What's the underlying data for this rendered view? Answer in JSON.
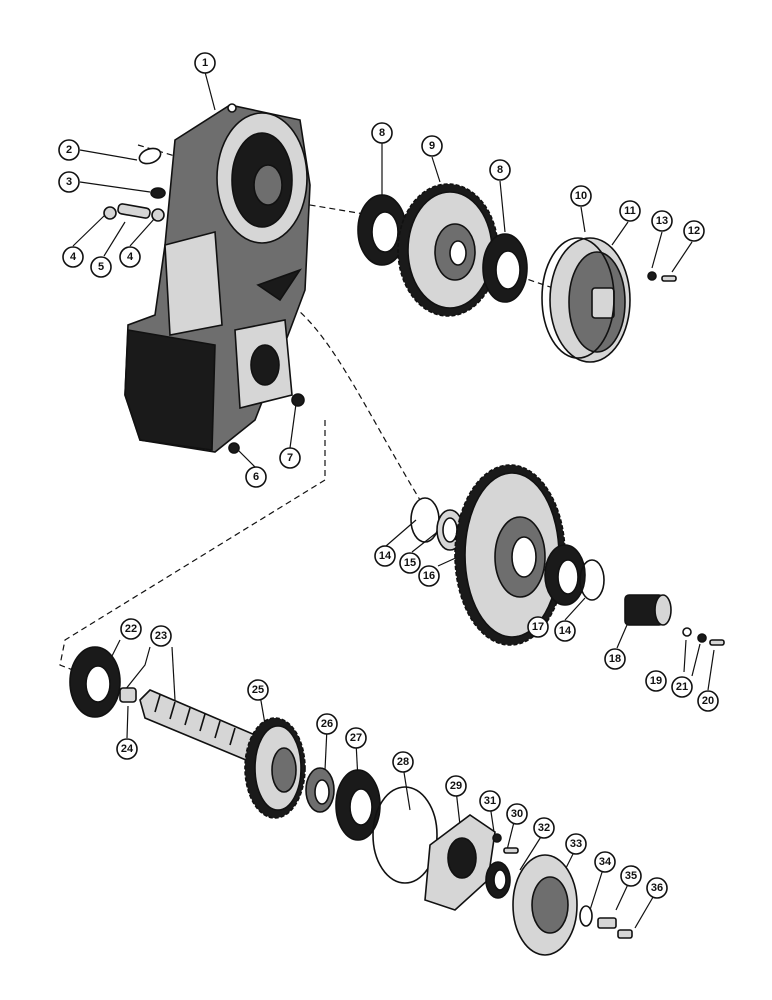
{
  "diagram": {
    "callouts": [
      {
        "id": "c1",
        "label": "1"
      },
      {
        "id": "c2",
        "label": "2"
      },
      {
        "id": "c3",
        "label": "3"
      },
      {
        "id": "c4a",
        "label": "4"
      },
      {
        "id": "c5",
        "label": "5"
      },
      {
        "id": "c4b",
        "label": "4"
      },
      {
        "id": "c6",
        "label": "6"
      },
      {
        "id": "c7",
        "label": "7"
      },
      {
        "id": "c8a",
        "label": "8"
      },
      {
        "id": "c9",
        "label": "9"
      },
      {
        "id": "c8b",
        "label": "8"
      },
      {
        "id": "c10",
        "label": "10"
      },
      {
        "id": "c11",
        "label": "11"
      },
      {
        "id": "c13",
        "label": "13"
      },
      {
        "id": "c12",
        "label": "12"
      },
      {
        "id": "c14a",
        "label": "14"
      },
      {
        "id": "c15",
        "label": "15"
      },
      {
        "id": "c16",
        "label": "16"
      },
      {
        "id": "c17",
        "label": "17"
      },
      {
        "id": "c14b",
        "label": "14"
      },
      {
        "id": "c18",
        "label": "18"
      },
      {
        "id": "c19",
        "label": "19"
      },
      {
        "id": "c21",
        "label": "21"
      },
      {
        "id": "c20",
        "label": "20"
      },
      {
        "id": "c22",
        "label": "22"
      },
      {
        "id": "c23",
        "label": "23"
      },
      {
        "id": "c24",
        "label": "24"
      },
      {
        "id": "c25",
        "label": "25"
      },
      {
        "id": "c26",
        "label": "26"
      },
      {
        "id": "c27",
        "label": "27"
      },
      {
        "id": "c28",
        "label": "28"
      },
      {
        "id": "c29",
        "label": "29"
      },
      {
        "id": "c31",
        "label": "31"
      },
      {
        "id": "c30",
        "label": "30"
      },
      {
        "id": "c32",
        "label": "32"
      },
      {
        "id": "c33",
        "label": "33"
      },
      {
        "id": "c34",
        "label": "34"
      },
      {
        "id": "c35",
        "label": "35"
      },
      {
        "id": "c36",
        "label": "36"
      }
    ]
  }
}
